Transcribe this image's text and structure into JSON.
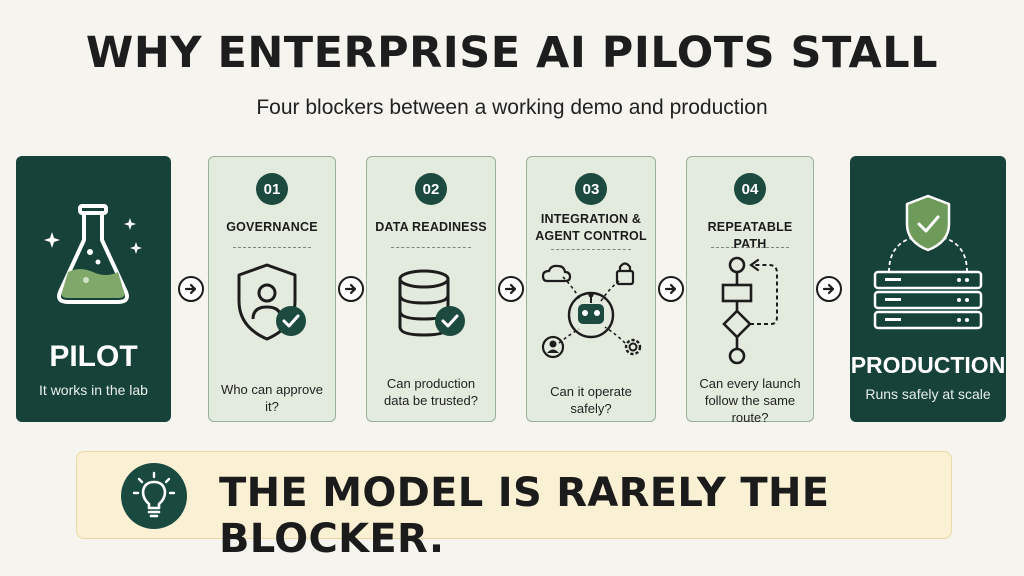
{
  "header": {
    "title": "WHY ENTERPRISE AI PILOTS STALL",
    "subtitle": "Four blockers between a working demo and production"
  },
  "start": {
    "title": "PILOT",
    "caption": "It works in the lab",
    "icon": "flask-icon"
  },
  "blockers": [
    {
      "number": "01",
      "label": "GOVERNANCE",
      "question": "Who can approve it?",
      "icon": "shield-user-check-icon"
    },
    {
      "number": "02",
      "label": "DATA READINESS",
      "question": "Can production data be trusted?",
      "icon": "database-check-icon"
    },
    {
      "number": "03",
      "label": "INTEGRATION & AGENT CONTROL",
      "question": "Can it operate safely?",
      "icon": "robot-network-icon"
    },
    {
      "number": "04",
      "label": "REPEATABLE PATH",
      "question": "Can every launch follow the same route?",
      "icon": "flowchart-icon"
    }
  ],
  "end": {
    "title": "PRODUCTION",
    "caption": "Runs safely at scale",
    "icon": "server-shield-icon"
  },
  "banner": {
    "text": "THE MODEL IS RARELY THE BLOCKER.",
    "icon": "lightbulb-icon"
  },
  "colors": {
    "dark_green": "#16423a",
    "card_green": "#e3ebdf",
    "banner_yellow": "#faf1d4",
    "accent_green": "#6e9a5a"
  }
}
